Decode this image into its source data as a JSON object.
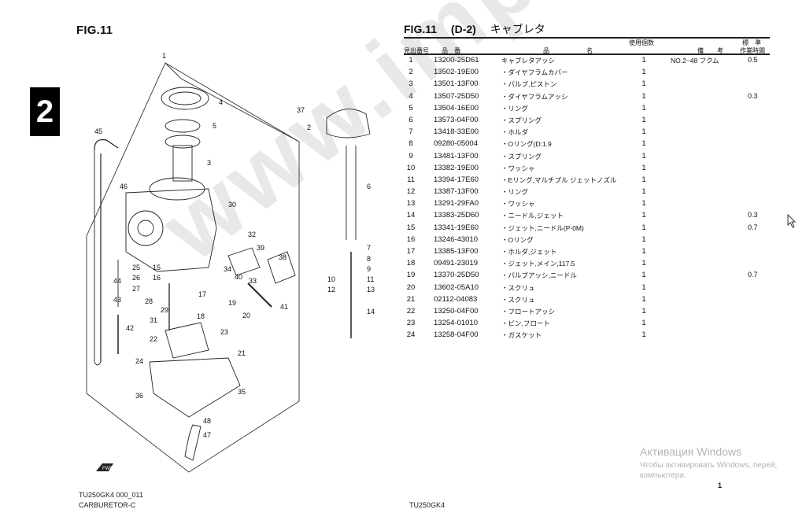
{
  "left": {
    "fig_title": "FIG.11",
    "section_number": "2",
    "footer_code": "TU250GK4 000_011",
    "footer_label": "CARBURETOR-C",
    "forward_label": "FWD",
    "callouts": [
      "1",
      "2",
      "3",
      "4",
      "5",
      "6",
      "7",
      "8",
      "9",
      "10",
      "11",
      "12",
      "13",
      "14",
      "15",
      "16",
      "17",
      "18",
      "19",
      "20",
      "21",
      "22",
      "23",
      "24",
      "25",
      "26",
      "27",
      "28",
      "29",
      "30",
      "31",
      "32",
      "33",
      "34",
      "35",
      "36",
      "37",
      "38",
      "39",
      "40",
      "41",
      "42",
      "43",
      "44",
      "45",
      "46",
      "47",
      "48"
    ]
  },
  "table": {
    "title_fig": "FIG.11",
    "title_code": "(D-2)",
    "title_name": "キャブレタ",
    "headers": {
      "no": "見出番号",
      "part_no": "品　番",
      "name_1": "品",
      "name_2": "名",
      "qty": "使用個数",
      "remarks_1": "備",
      "remarks_2": "考",
      "time_1": "標　準",
      "time_2": "作業時間"
    },
    "rows": [
      {
        "no": "1",
        "part": "13200-25D61",
        "name": "キャブレタアッシ",
        "qty": "1",
        "remarks": "NO.2~48 フクム",
        "time": "0.5"
      },
      {
        "no": "2",
        "part": "13502-19E00",
        "name": "・ダイヤフラムカバー",
        "qty": "1",
        "remarks": "",
        "time": ""
      },
      {
        "no": "3",
        "part": "13501-13F00",
        "name": "・バルブ,ピストン",
        "qty": "1",
        "remarks": "",
        "time": ""
      },
      {
        "no": "4",
        "part": "13507-25D50",
        "name": "・ダイヤフラムアッシ",
        "qty": "1",
        "remarks": "",
        "time": "0.3"
      },
      {
        "no": "5",
        "part": "13504-16E00",
        "name": "・リング",
        "qty": "1",
        "remarks": "",
        "time": ""
      },
      {
        "no": "6",
        "part": "13573-04F00",
        "name": "・スプリング",
        "qty": "1",
        "remarks": "",
        "time": ""
      },
      {
        "no": "7",
        "part": "13418-33E00",
        "name": "・ホルダ",
        "qty": "1",
        "remarks": "",
        "time": ""
      },
      {
        "no": "8",
        "part": "09280-05004",
        "name": "・Oリング(D:1.9",
        "qty": "1",
        "remarks": "",
        "time": ""
      },
      {
        "no": "9",
        "part": "13481-13F00",
        "name": "・スプリング",
        "qty": "1",
        "remarks": "",
        "time": ""
      },
      {
        "no": "10",
        "part": "13382-19E00",
        "name": "・ワッシャ",
        "qty": "1",
        "remarks": "",
        "time": ""
      },
      {
        "no": "11",
        "part": "13394-17E60",
        "name": "・Eリング,マルチプル ジェットノズル",
        "qty": "1",
        "remarks": "",
        "time": ""
      },
      {
        "no": "12",
        "part": "13387-13F00",
        "name": "・リング",
        "qty": "1",
        "remarks": "",
        "time": ""
      },
      {
        "no": "13",
        "part": "13291-29FA0",
        "name": "・ワッシャ",
        "qty": "1",
        "remarks": "",
        "time": ""
      },
      {
        "no": "14",
        "part": "13383-25D60",
        "name": "・ニードル,ジェット",
        "qty": "1",
        "remarks": "",
        "time": "0.3"
      },
      {
        "no": "15",
        "part": "13341-19E60",
        "name": "・ジェット,ニードル(P-0M)",
        "qty": "1",
        "remarks": "",
        "time": "0.7"
      },
      {
        "no": "16",
        "part": "13246-43010",
        "name": "・Oリング",
        "qty": "1",
        "remarks": "",
        "time": ""
      },
      {
        "no": "17",
        "part": "13385-13F00",
        "name": "・ホルダ,ジェット",
        "qty": "1",
        "remarks": "",
        "time": ""
      },
      {
        "no": "18",
        "part": "09491-23019",
        "name": "・ジェット,メイン,117.5",
        "qty": "1",
        "remarks": "",
        "time": ""
      },
      {
        "no": "19",
        "part": "13370-25D50",
        "name": "・バルブアッシ,ニードル",
        "qty": "1",
        "remarks": "",
        "time": "0.7"
      },
      {
        "no": "20",
        "part": "13602-05A10",
        "name": "・スクリュ",
        "qty": "1",
        "remarks": "",
        "time": ""
      },
      {
        "no": "21",
        "part": "02112-04083",
        "name": "・スクリュ",
        "qty": "1",
        "remarks": "",
        "time": ""
      },
      {
        "no": "22",
        "part": "13250-04F00",
        "name": "・フロートアッシ",
        "qty": "1",
        "remarks": "",
        "time": ""
      },
      {
        "no": "23",
        "part": "13254-01010",
        "name": "・ピン,フロート",
        "qty": "1",
        "remarks": "",
        "time": ""
      },
      {
        "no": "24",
        "part": "13258-04F00",
        "name": "・ガスケット",
        "qty": "1",
        "remarks": "",
        "time": ""
      }
    ],
    "footer_code": "TU250GK4",
    "page_mark": "1"
  },
  "watermark": "www.impex-jp.com",
  "os_overlay": {
    "title": "Активация Windows",
    "line1": "Чтобы активировать Windows, перей,",
    "line2": "компьютера."
  }
}
